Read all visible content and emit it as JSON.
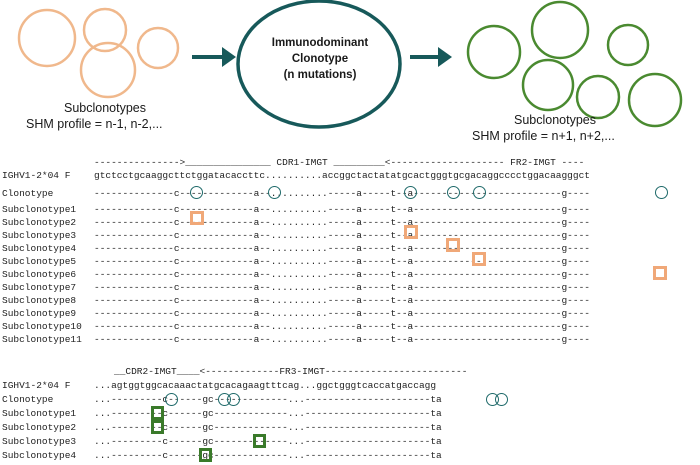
{
  "top": {
    "left_caption": [
      "Subclonotypes",
      "SHM profile = n-1, n-2,..."
    ],
    "center_label": [
      "Immunodominant",
      "Clonotype",
      "(n mutations)"
    ],
    "right_caption": [
      "Subclonotypes",
      "SHM profile = n+1, n+2,..."
    ]
  },
  "colors": {
    "orange": "#f0a878",
    "green": "#4a8a30",
    "teal": "#1f6a6a"
  },
  "icons": [
    "arrow-right-icon",
    "arrow-right-icon"
  ],
  "block1": {
    "header": "--------------->_______________ CDR1-IMGT _________<-------------------- FR2-IMGT ----",
    "rows": [
      {
        "name": "IGHV1-2*04 F",
        "seq": "gtctcctgcaaggcttctggatacaccttc..........accggctactatatgcactgggtgcgacaggcccctggacaagggct"
      },
      {
        "name": "Clonotype",
        "seq": "--------------c-------------a--..........-----a-----t--a--------------------------g----"
      },
      {
        "name": "Subclonotype1",
        "seq": "--------------c-------------a--..........-----a-----t--a--------------------------g----"
      },
      {
        "name": "Subclonotype2",
        "seq": "--------------c-------------a--..........-----a-----t--a--------------------------g----"
      },
      {
        "name": "Subclonotype3",
        "seq": "--------------c-------------a--..........-----a-----t--a--------------------------g----"
      },
      {
        "name": "Subclonotype4",
        "seq": "--------------c-------------a--..........-----a-----t--a--------------------------g----"
      },
      {
        "name": "Subclonotype5",
        "seq": "--------------c-------------a--..........-----a-----t--a--------------------------g----"
      },
      {
        "name": "Subclonotype6",
        "seq": "--------------c-------------a--..........-----a-----t--a--------------------------g----"
      },
      {
        "name": "Subclonotype7",
        "seq": "--------------c-------------a--..........-----a-----t--a--------------------------g----"
      },
      {
        "name": "Subclonotype8",
        "seq": "--------------c-------------a--..........-----a-----t--a--------------------------g----"
      },
      {
        "name": "Subclonotype9",
        "seq": "--------------c-------------a--..........-----a-----t--a--------------------------g----"
      },
      {
        "name": "Subclonotype10",
        "seq": "--------------c-------------a--..........-----a-----t--a--------------------------g----"
      },
      {
        "name": "Subclonotype11",
        "seq": "--------------c-------------a--..........-----a-----t--a--------------------------g----"
      }
    ]
  },
  "block2": {
    "header": "__CDR2-IMGT____<-------------FR3-IMGT-------------------------",
    "rows": [
      {
        "name": "IGHV1-2*04 F",
        "seq": "...agtggtggcacaaactatgcacagaagtttcag...ggctgggtcaccatgaccagg"
      },
      {
        "name": "Clonotype",
        "seq": "...---------c------gc-------------...----------------------ta"
      },
      {
        "name": "Subclonotype1",
        "seq": "...---------c------gc-------------...----------------------ta"
      },
      {
        "name": "Subclonotype2",
        "seq": "...---------c------gc-------------...----------------------ta"
      },
      {
        "name": "Subclonotype3",
        "seq": "...---------c------gc-------------...----------------------ta"
      },
      {
        "name": "Subclonotype4",
        "seq": "...---------c------gc-------------...----------------------ta"
      }
    ]
  }
}
